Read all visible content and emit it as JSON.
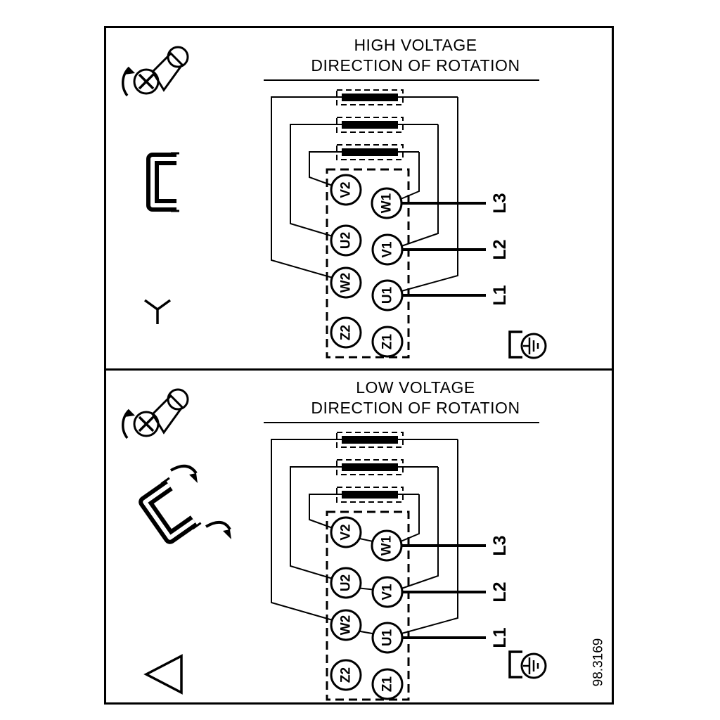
{
  "figure_number": "98.3169",
  "colors": {
    "line": "#000000",
    "background": "#ffffff"
  },
  "icons": {
    "screw": "screw-rotation-icon",
    "jumper": "terminal-jumper-icon",
    "star": "star-connection-icon",
    "delta": "delta-connection-icon",
    "ground": "ground-earth-icon",
    "arrows": "move-jumper-arrows-icon"
  },
  "panels": [
    {
      "id": "high-voltage",
      "title_line1": "HIGH VOLTAGE",
      "title_line2": "DIRECTION OF ROTATION",
      "connection": "star",
      "terminals": [
        "V2",
        "W1",
        "U2",
        "V1",
        "W2",
        "U1",
        "Z2",
        "Z1"
      ],
      "lines": [
        "L3",
        "L2",
        "L1"
      ]
    },
    {
      "id": "low-voltage",
      "title_line1": "LOW VOLTAGE",
      "title_line2": "DIRECTION OF ROTATION",
      "connection": "delta",
      "terminals": [
        "V2",
        "W1",
        "U2",
        "V1",
        "W2",
        "U1",
        "Z2",
        "Z1"
      ],
      "lines": [
        "L3",
        "L2",
        "L1"
      ]
    }
  ]
}
